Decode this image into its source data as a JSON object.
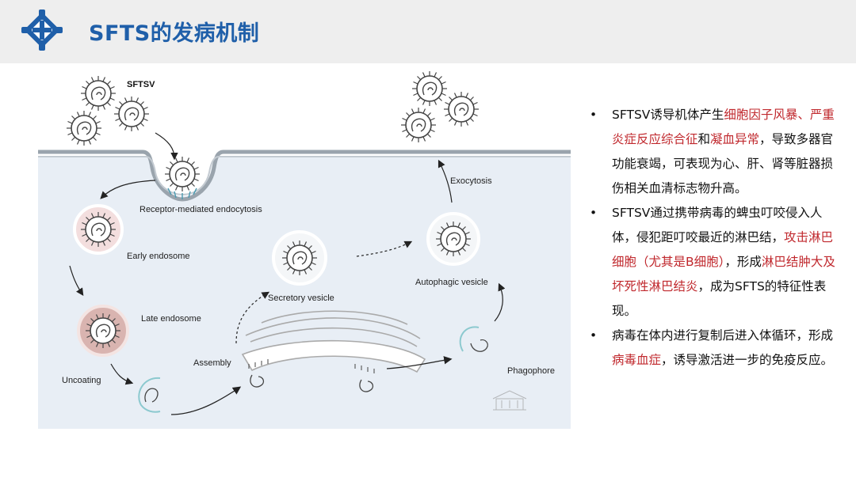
{
  "header": {
    "title": "SFTS的发病机制",
    "accent_color": "#1f5fa9",
    "logo_icon": "medical-cross-icon"
  },
  "diagram": {
    "labels": {
      "virus": "SFTSV",
      "receptor": "Receptor-mediated endocytosis",
      "early": "Early endosome",
      "late": "Late endosome",
      "uncoating": "Uncoating",
      "assembly": "Assembly",
      "secretory": "Secretory vesicle",
      "autophagic": "Autophagic vesicle",
      "exocytosis": "Exocytosis",
      "phagophore": "Phagophore"
    }
  },
  "bullets": [
    {
      "marker": "•",
      "segments": [
        {
          "text": "SFTSV诱导机体产生",
          "highlight": false
        },
        {
          "text": "细胞因子风暴、严重炎症反应综合征",
          "highlight": true
        },
        {
          "text": "和",
          "highlight": false
        },
        {
          "text": "凝血异常",
          "highlight": true
        },
        {
          "text": "，导致多器官功能衰竭，可表现为心、肝、肾等脏器损伤相关血清标志物升高。",
          "highlight": false
        }
      ]
    },
    {
      "marker": "•",
      "segments": [
        {
          "text": "SFTSV通过携带病毒的蜱虫叮咬侵入人体，侵犯距叮咬最近的淋巴结，",
          "highlight": false
        },
        {
          "text": "攻击淋巴细胞（尤其是B细胞）",
          "highlight": true
        },
        {
          "text": "，形成",
          "highlight": false
        },
        {
          "text": "淋巴结肿大及坏死性淋巴结炎",
          "highlight": true
        },
        {
          "text": "，成为SFTS的特征性表现。",
          "highlight": false
        }
      ]
    },
    {
      "marker": "•",
      "segments": [
        {
          "text": "病毒在体内进行复制后进入体循环，形成",
          "highlight": false
        },
        {
          "text": "病毒血症",
          "highlight": true
        },
        {
          "text": "，诱导激活进一步的免疫反应。",
          "highlight": false
        }
      ]
    }
  ],
  "colors": {
    "highlight": "#c0282d",
    "cell_bg": "#e8eef5",
    "membrane": "#9aa4ad"
  }
}
